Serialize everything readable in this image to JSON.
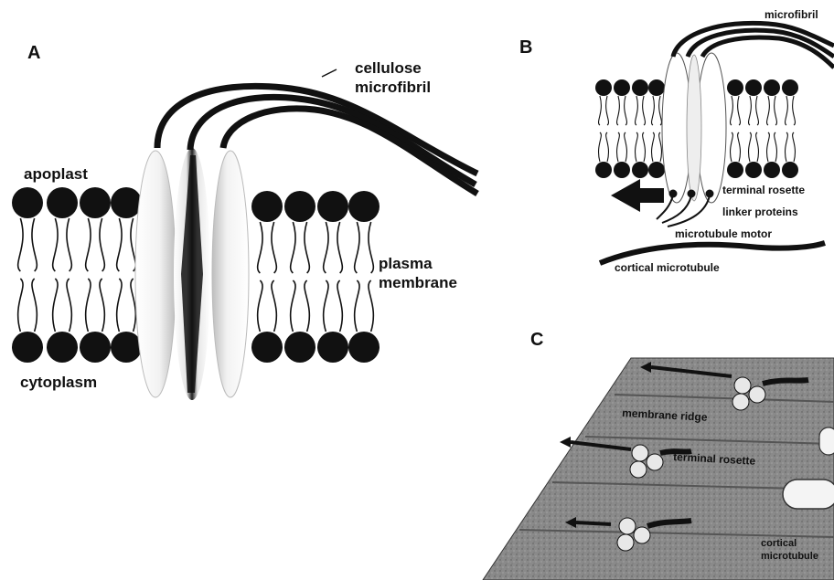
{
  "panels": {
    "a": {
      "letter": "A",
      "labels": {
        "cellulose": "cellulose",
        "microfibril": "microfibril",
        "apoplast": "apoplast",
        "plasma": "plasma",
        "membrane": "membrane",
        "cytoplasm": "cytoplasm"
      }
    },
    "b": {
      "letter": "B",
      "labels": {
        "microfibril": "microfibril",
        "terminal_rosette": "terminal rosette",
        "linker_proteins": "linker proteins",
        "microtubule_motor": "microtubule motor",
        "cortical_microtubule": "cortical microtubule"
      }
    },
    "c": {
      "letter": "C",
      "labels": {
        "membrane_ridge": "membrane ridge",
        "terminal_rosette": "terminal rosette",
        "cortical": "cortical",
        "microtubule": "microtubule"
      }
    }
  },
  "colors": {
    "ink": "#111111",
    "ridge_fill": "#8c8c8c",
    "ridge_dark": "#6f6f6f",
    "tube_fill": "#f4f4f4"
  }
}
